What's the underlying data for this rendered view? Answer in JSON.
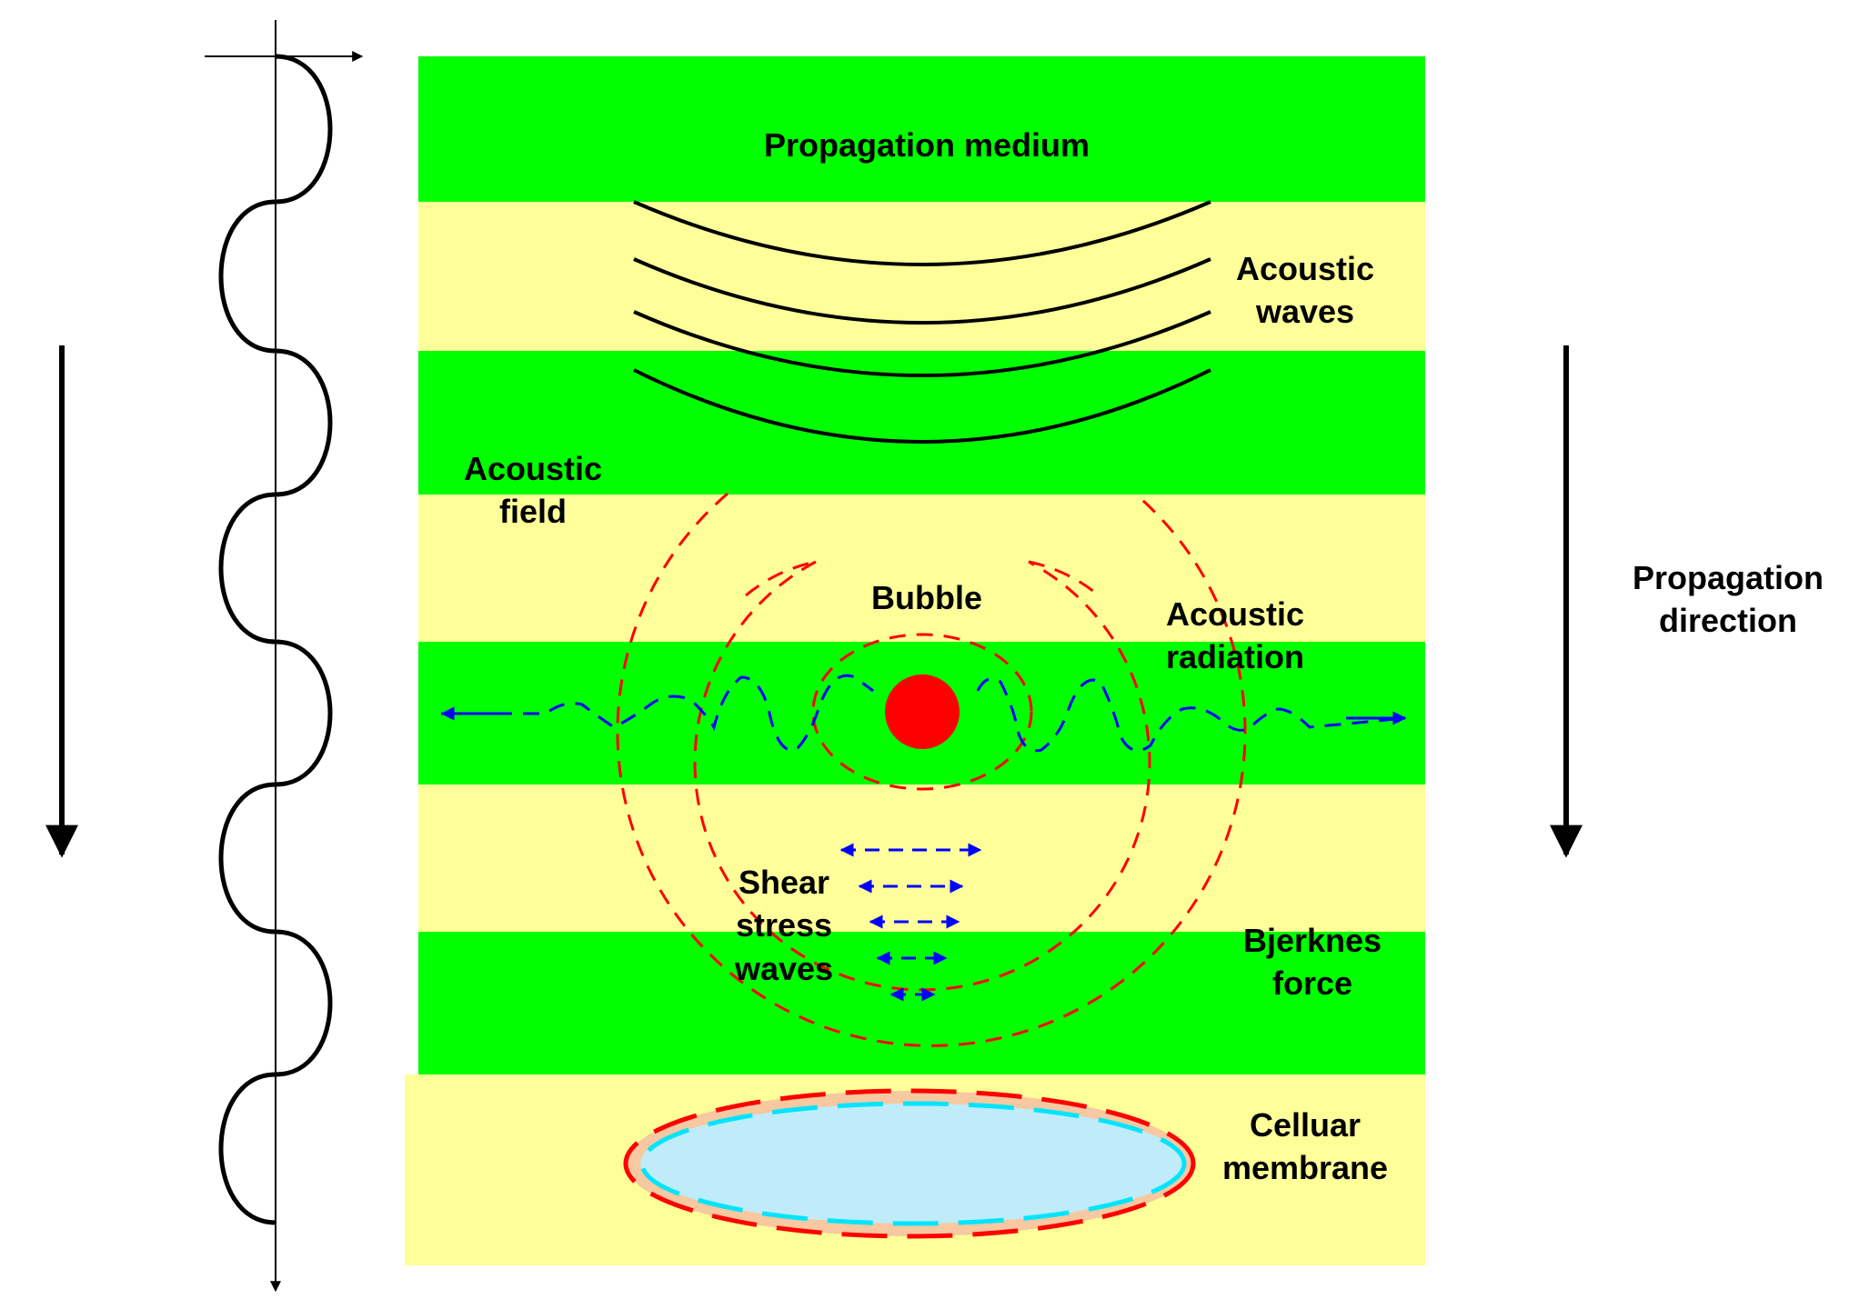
{
  "labels": {
    "propagation_medium": "Propagation medium",
    "acoustic_waves_1": "Acoustic",
    "acoustic_waves_2": "waves",
    "acoustic_field_1": "Acoustic",
    "acoustic_field_2": "field",
    "bubble": "Bubble",
    "acoustic_radiation_1": "Acoustic",
    "acoustic_radiation_2": "radiation",
    "propagation_direction_1": "Propagation",
    "propagation_direction_2": "direction",
    "shear_1": "Shear",
    "shear_2": "stress",
    "shear_3": "waves",
    "bjerknes_1": "Bjerknes",
    "bjerknes_2": "force",
    "celluar_1": "Celluar",
    "celluar_2": "membrane"
  },
  "colors": {
    "green_band": "#00ff00",
    "yellow_band": "#ffff99",
    "bubble": "#ff0000",
    "radiation_rings": "#ff0000",
    "shear_arrows": "#0000ff",
    "membrane_fill": "#c0ecfa",
    "membrane_ring": "#f8c8a0",
    "membrane_outer_dash": "#ff0000",
    "membrane_inner_dash": "#00e5ff"
  }
}
